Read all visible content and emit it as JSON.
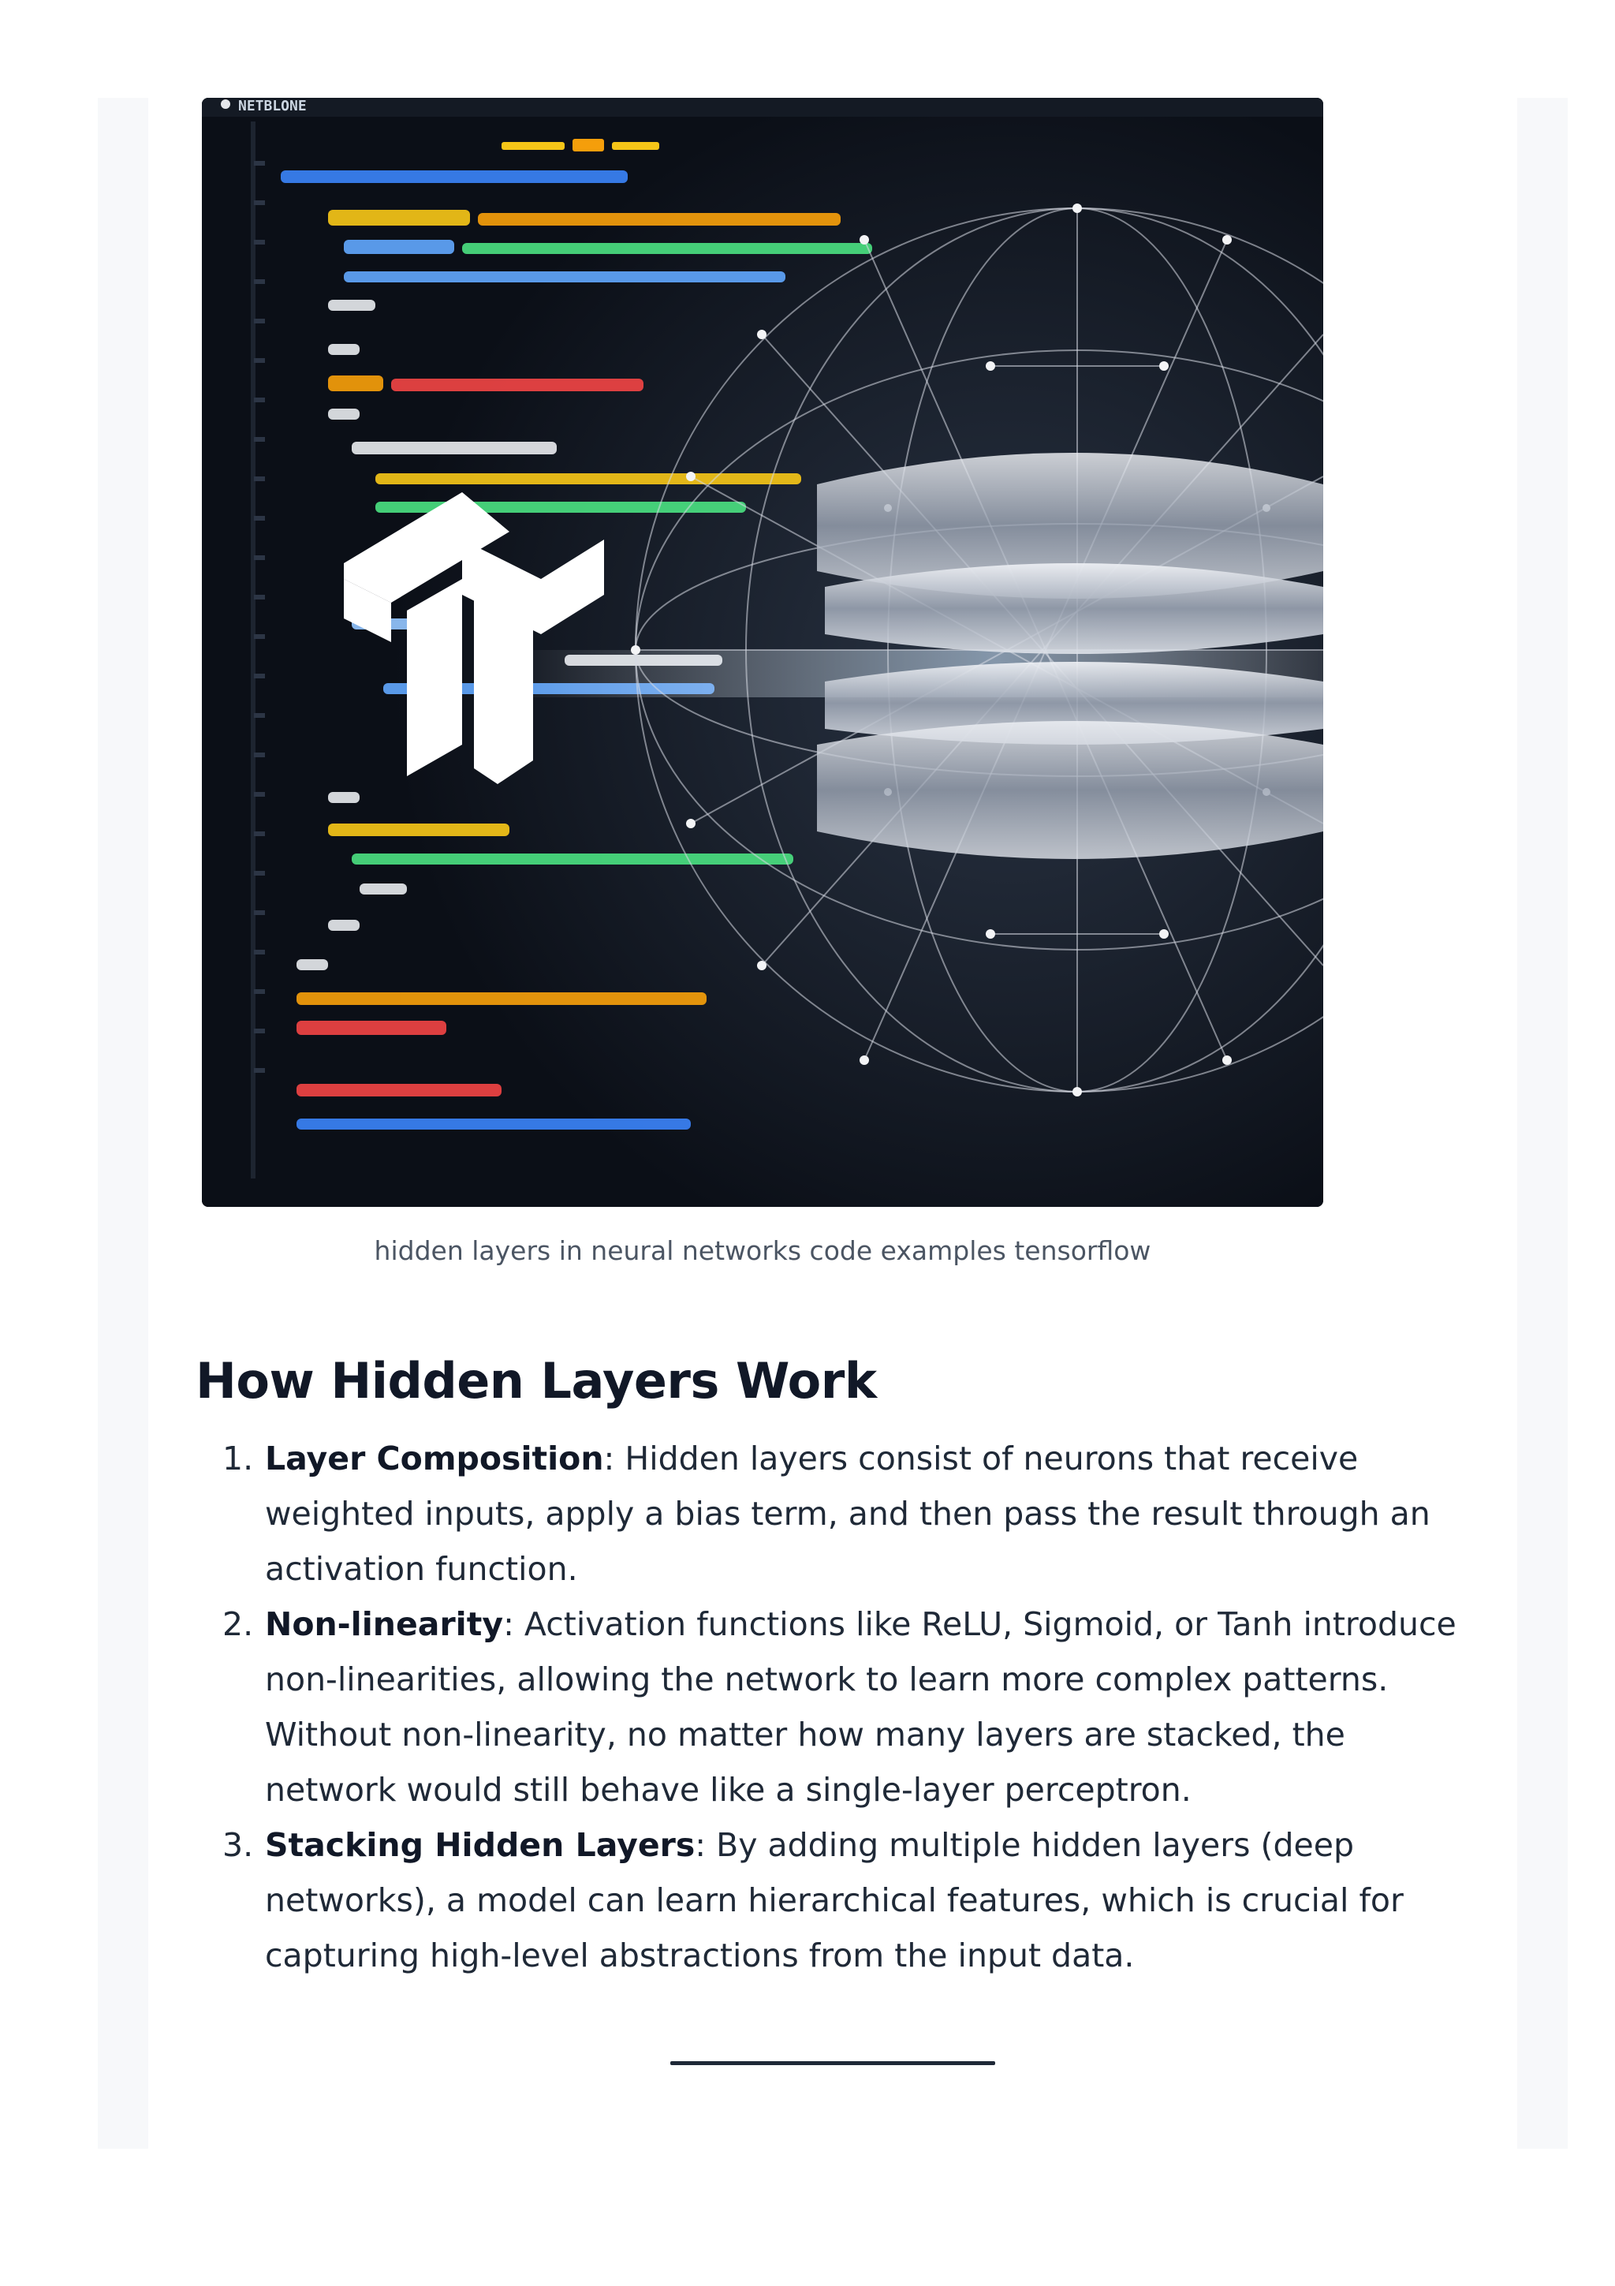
{
  "figure": {
    "caption": "hidden layers in neural networks code examples tensorflow",
    "code_header_text": "NETBLONE",
    "colors": {
      "background": "#0b0f17",
      "code_yellow": "#f5c518",
      "code_orange": "#f59e0b",
      "code_blue": "#60a5fa",
      "code_green": "#4ade80",
      "code_red": "#ef4444",
      "mesh": "#d7dbe3"
    },
    "icon": "tensorflow-logo"
  },
  "section": {
    "heading": "How Hidden Layers Work",
    "items": [
      {
        "number": "1.",
        "term": "Layer Composition",
        "text": ": Hidden layers consist of neurons that receive weighted inputs, apply a bias term, and then pass the result through an activation function."
      },
      {
        "number": "2.",
        "term": "Non-linearity",
        "text": ": Activation functions like ReLU, Sigmoid, or Tanh introduce non-linearities, allowing the network to learn more complex patterns. Without non-linearity, no matter how many layers are stacked, the network would still behave like a single-layer perceptron."
      },
      {
        "number": "3.",
        "term": "Stacking Hidden Layers",
        "text": ": By adding multiple hidden layers (deep networks), a model can learn hierarchical features, which is crucial for capturing high-level abstractions from the input data."
      }
    ]
  }
}
